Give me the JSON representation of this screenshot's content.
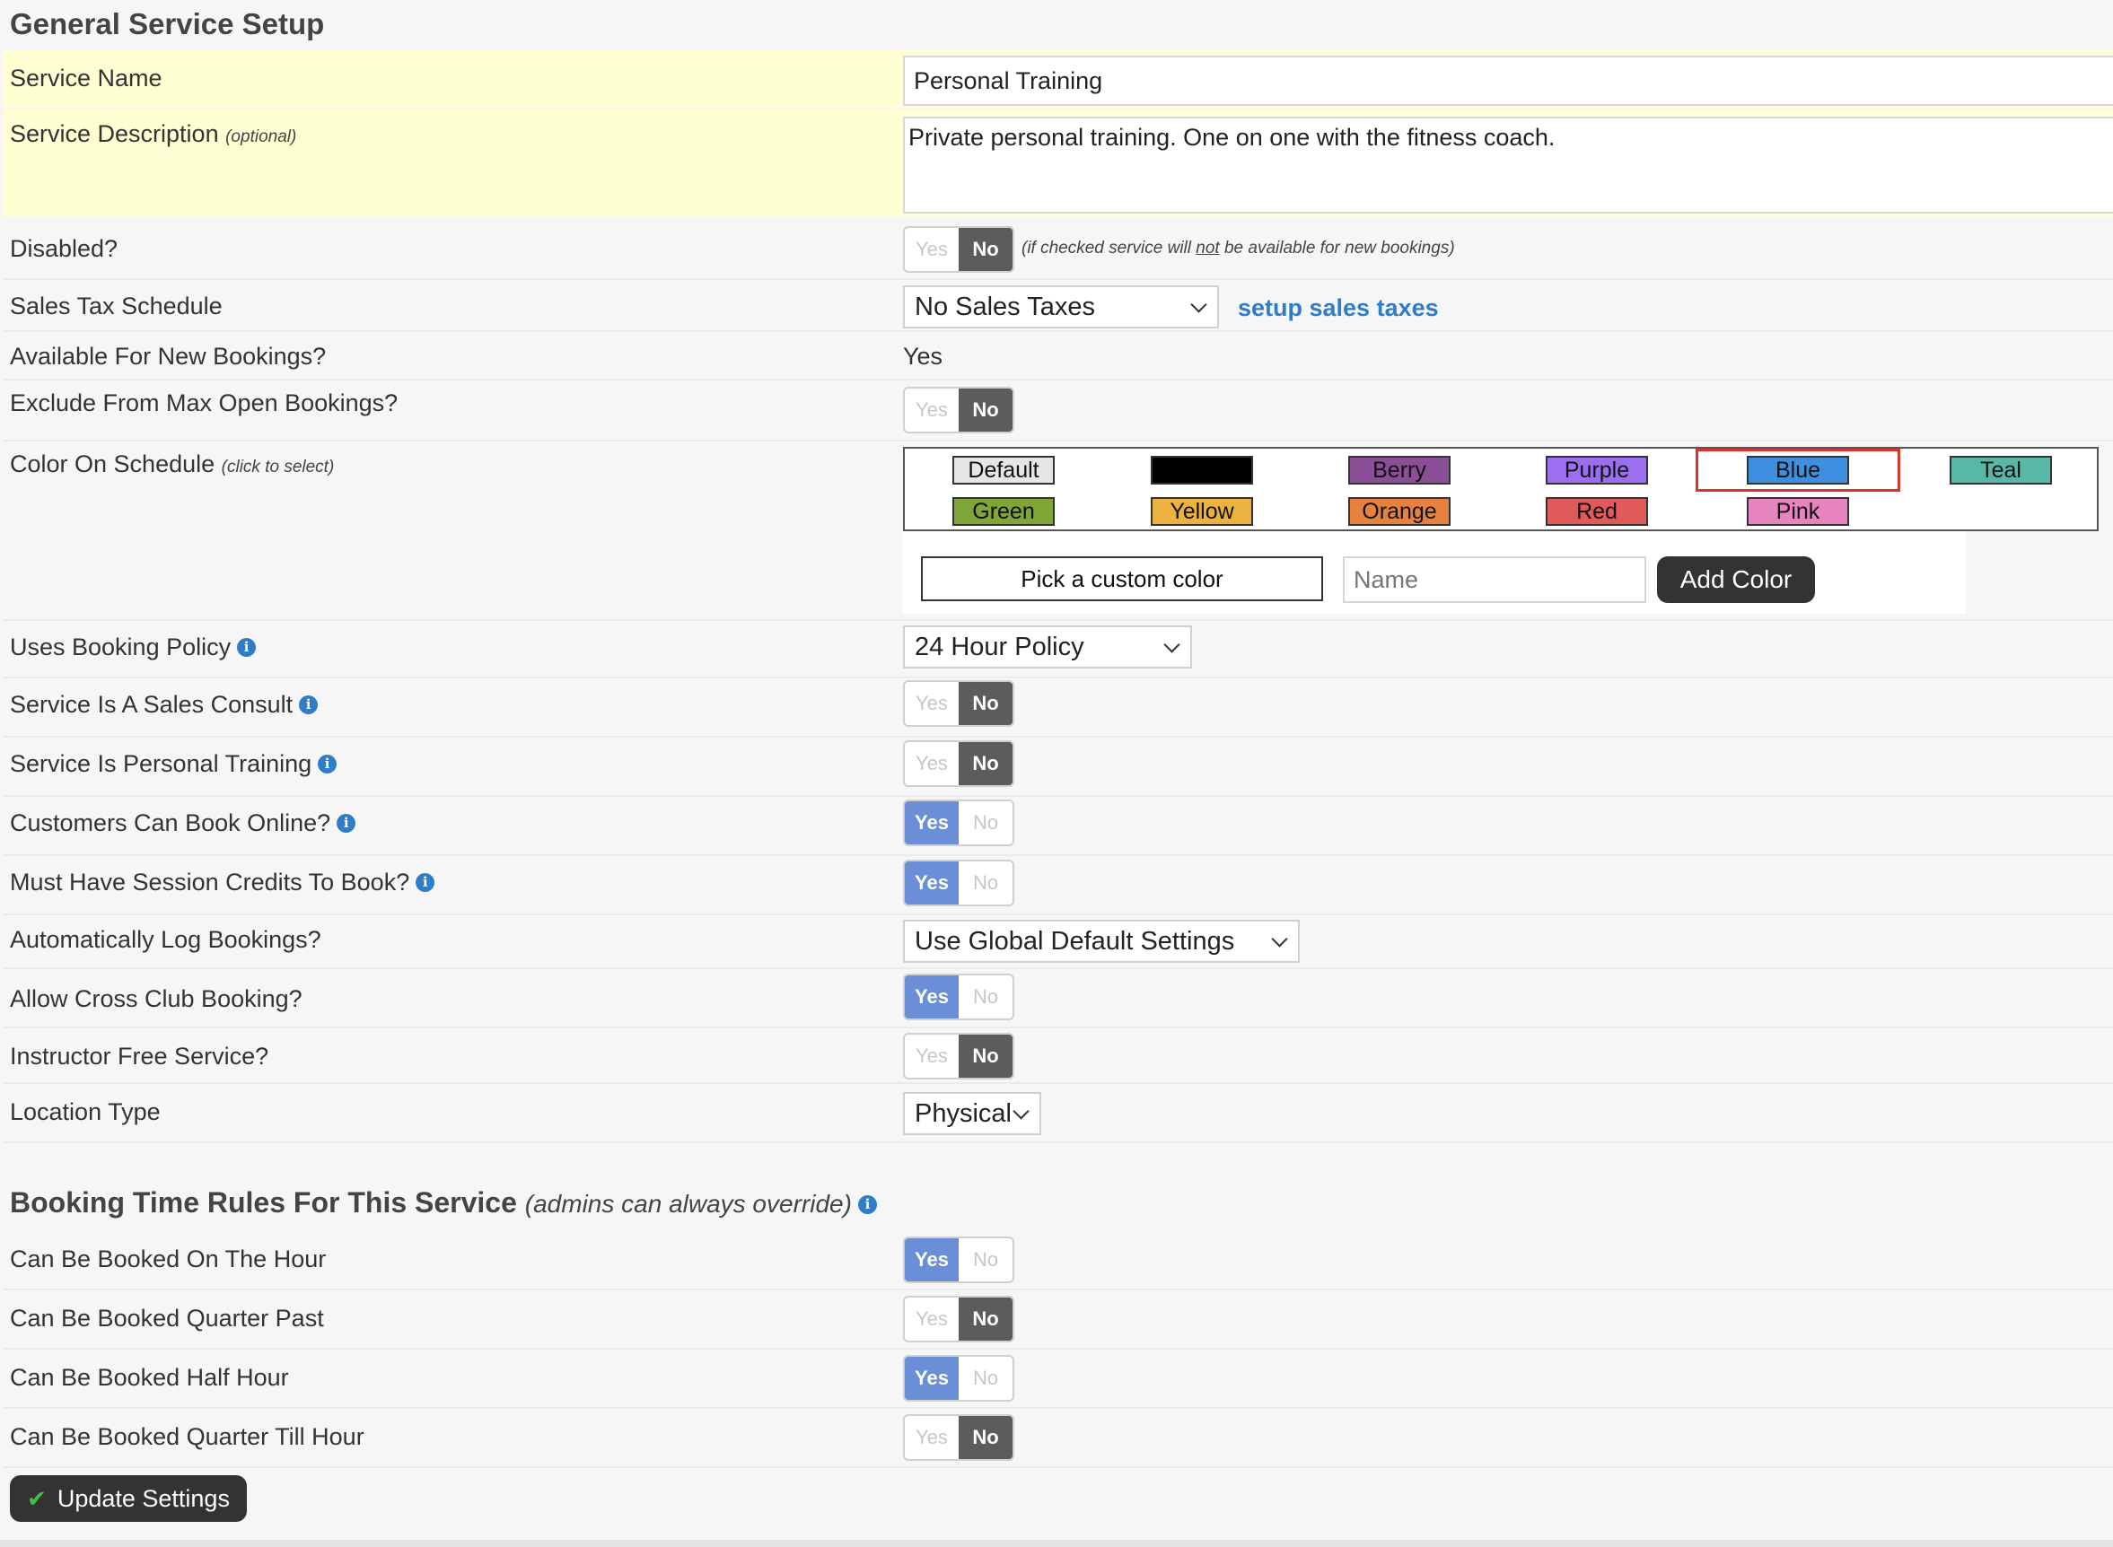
{
  "title": "General Service Setup",
  "fields": {
    "service_name": {
      "label": "Service Name",
      "value": "Personal Training"
    },
    "service_description": {
      "label": "Service Description",
      "optional": "(optional)",
      "value": "Private personal training. One on one with the fitness coach."
    },
    "disabled": {
      "label": "Disabled?",
      "state": "No",
      "note_pre": "(if checked service will ",
      "note_em": "not",
      "note_post": " be available for new bookings)"
    },
    "sales_tax": {
      "label": "Sales Tax Schedule",
      "selected": "No Sales Taxes",
      "link": "setup sales taxes"
    },
    "available": {
      "label": "Available For New Bookings?",
      "value": "Yes"
    },
    "exclude_max": {
      "label": "Exclude From Max Open Bookings?",
      "state": "No"
    },
    "color": {
      "label": "Color On Schedule",
      "hint": "(click to select)",
      "selected": "Blue"
    },
    "uses_policy": {
      "label": "Uses Booking Policy",
      "selected": "24 Hour Policy"
    },
    "sales_consult": {
      "label": "Service Is A Sales Consult",
      "state": "No"
    },
    "personal_training": {
      "label": "Service Is Personal Training",
      "state": "No"
    },
    "book_online": {
      "label": "Customers Can Book Online?",
      "state": "Yes"
    },
    "session_credits": {
      "label": "Must Have Session Credits To Book?",
      "state": "Yes"
    },
    "auto_log": {
      "label": "Automatically Log Bookings?",
      "selected": "Use Global Default Settings"
    },
    "cross_club": {
      "label": "Allow Cross Club Booking?",
      "state": "Yes"
    },
    "instructor_free": {
      "label": "Instructor Free Service?",
      "state": "No"
    },
    "location_type": {
      "label": "Location Type",
      "selected": "Physical"
    }
  },
  "toggle_labels": {
    "yes": "Yes",
    "no": "No"
  },
  "colors": [
    {
      "name": "Default",
      "hex": "#e6e6e6"
    },
    {
      "name": "",
      "hex": "#000000"
    },
    {
      "name": "Berry",
      "hex": "#8a4f96"
    },
    {
      "name": "Purple",
      "hex": "#9b6ff0"
    },
    {
      "name": "Blue",
      "hex": "#3f8fe0"
    },
    {
      "name": "Teal",
      "hex": "#58b8a8"
    },
    {
      "name": "Green",
      "hex": "#7fa636"
    },
    {
      "name": "Yellow",
      "hex": "#ebb23f"
    },
    {
      "name": "Orange",
      "hex": "#e7823e"
    },
    {
      "name": "Red",
      "hex": "#e05a5a"
    },
    {
      "name": "Pink",
      "hex": "#e684c0"
    }
  ],
  "custom_color": {
    "pick_label": "Pick a custom color",
    "name_placeholder": "Name",
    "add_label": "Add Color"
  },
  "booking_rules": {
    "title": "Booking Time Rules For This Service",
    "subtitle": "(admins can always override)",
    "on_hour": {
      "label": "Can Be Booked On The Hour",
      "state": "Yes"
    },
    "quarter_past": {
      "label": "Can Be Booked Quarter Past",
      "state": "No"
    },
    "half_hour": {
      "label": "Can Be Booked Half Hour",
      "state": "Yes"
    },
    "quarter_till": {
      "label": "Can Be Booked Quarter Till Hour",
      "state": "No"
    }
  },
  "update_button": "Update Settings",
  "theme": {
    "accent": "#6b8fd6",
    "dark": "#5c5c5c",
    "highlight": "#ffffd4",
    "link": "#2f7dc9",
    "selected_border": "#d9352f"
  }
}
